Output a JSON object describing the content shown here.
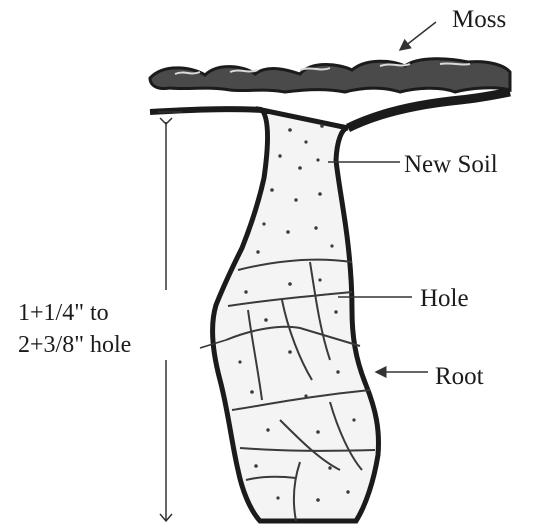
{
  "labels": {
    "moss": "Moss",
    "new_soil": "New Soil",
    "hole": "Hole",
    "root": "Root",
    "size_line1": "1+1/4\" to",
    "size_line2": "2+3/8\"  hole"
  },
  "colors": {
    "ink": "#1b1b1b",
    "pencil": "#3a3a3a",
    "paper": "#ffffff"
  }
}
